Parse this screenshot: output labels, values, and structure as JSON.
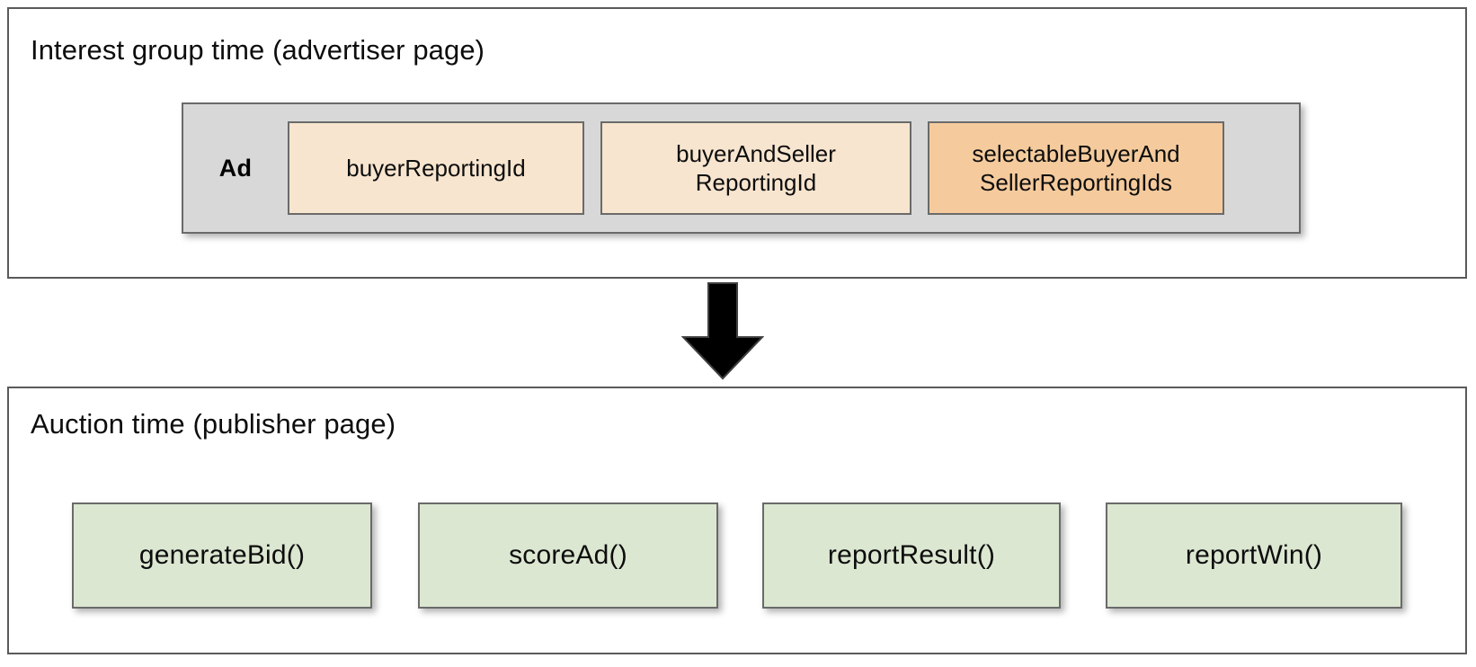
{
  "diagram": {
    "title_advertiser": "Interest group time (advertiser page)",
    "title_publisher": "Auction time (publisher page)",
    "ad_label": "Ad",
    "arrow": "down-arrow",
    "ad_fields": [
      {
        "label": "buyerReportingId",
        "tone": "light"
      },
      {
        "label": "buyerAndSeller\nReportingId",
        "tone": "light"
      },
      {
        "label": "selectableBuyerAnd\nSellerReportingIds",
        "tone": "strong"
      }
    ],
    "auction_functions": [
      {
        "label": "generateBid()"
      },
      {
        "label": "scoreAd()"
      },
      {
        "label": "reportResult()"
      },
      {
        "label": "reportWin()"
      }
    ],
    "colors": {
      "panel_border": "#5a5a5a",
      "group_background": "#d8d8d8",
      "group_border": "#6a6a6a",
      "field_light": "#f8e5cf",
      "field_strong": "#f5cb9d",
      "function_box": "#dce7d1",
      "arrow": "#000000",
      "text": "#0d0d0d"
    }
  }
}
